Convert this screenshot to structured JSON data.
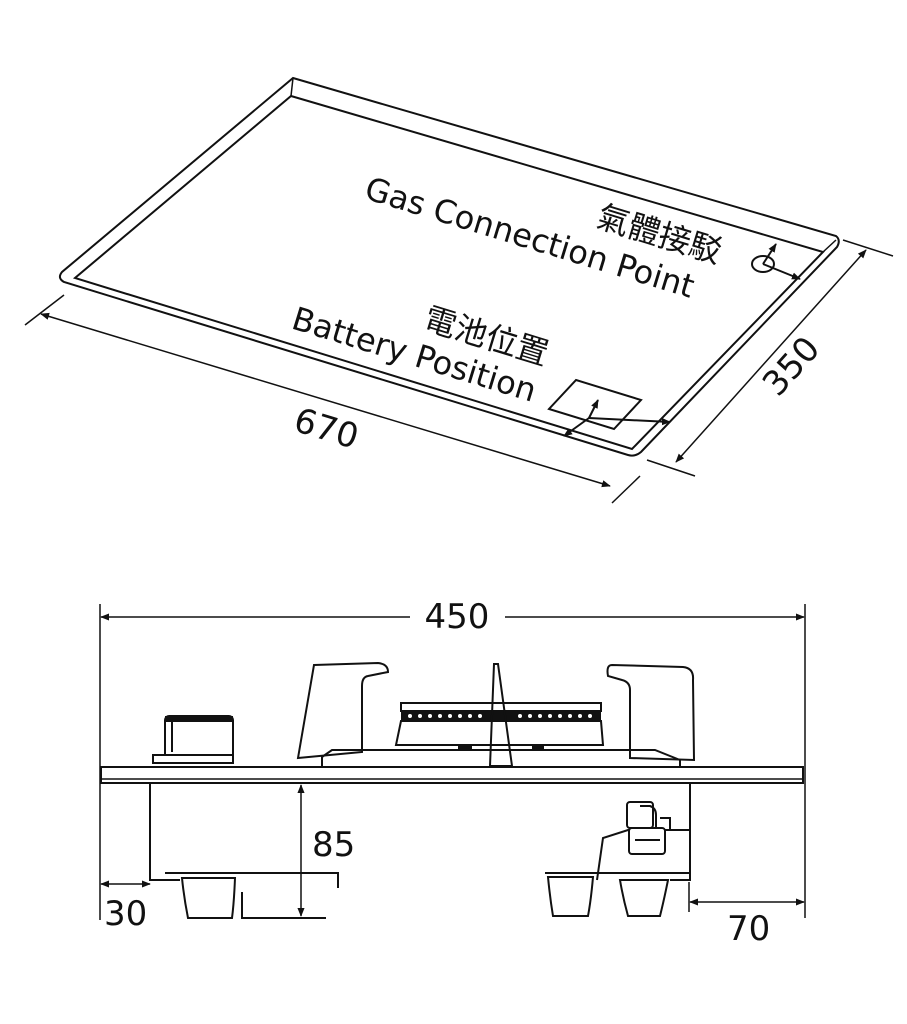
{
  "top_view": {
    "gas_label_cn": "氣體接駁",
    "gas_label_en": "Gas Connection Point",
    "battery_label_cn": "電池位置",
    "battery_label_en": "Battery Position",
    "dim_length": "670",
    "dim_width": "350"
  },
  "side_view": {
    "dim_total_width": "450",
    "dim_height": "85",
    "dim_left_offset": "30",
    "dim_right_offset": "70"
  },
  "colors": {
    "line": "#111111",
    "background": "#ffffff"
  }
}
